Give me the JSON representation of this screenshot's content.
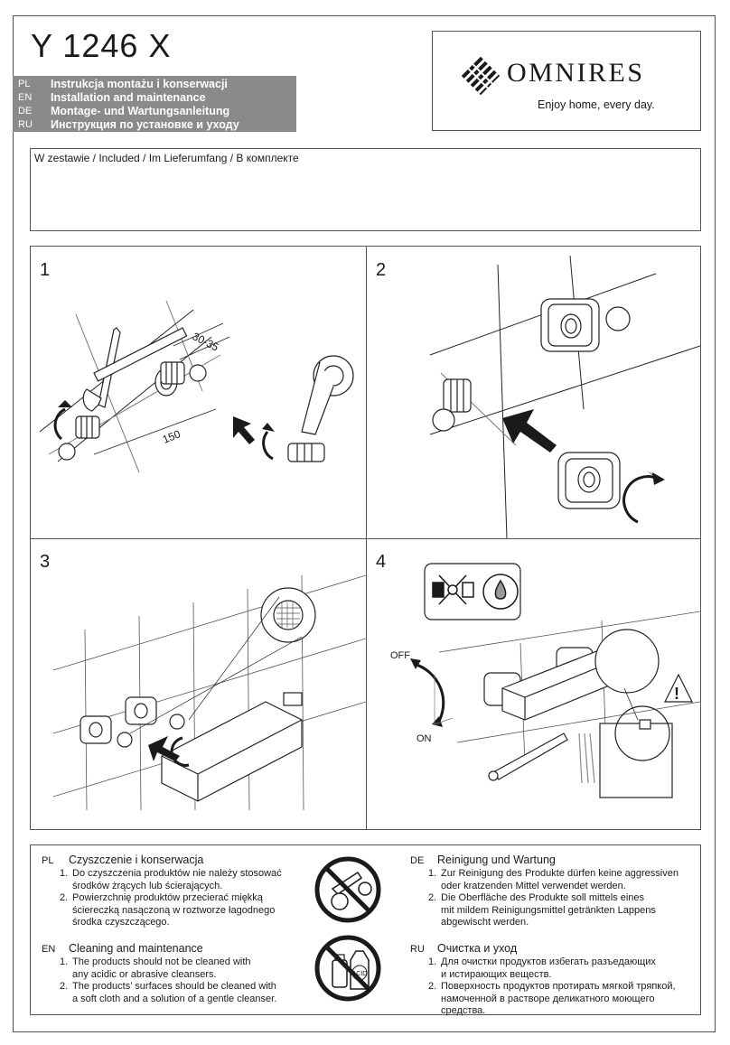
{
  "header": {
    "model": "Y 1246 X",
    "languages": [
      {
        "code": "PL",
        "text": "Instrukcja montażu i konserwacji"
      },
      {
        "code": "EN",
        "text": "Installation and maintenance"
      },
      {
        "code": "DE",
        "text": "Montage- und Wartungsanleitung"
      },
      {
        "code": "RU",
        "text": "Инструкция по установке и уходу"
      }
    ]
  },
  "brand": {
    "name": "OMNIRES",
    "tagline": "Enjoy home, every day."
  },
  "included": {
    "label": "W zestawie / Included / Im Lieferumfang / В комплекте"
  },
  "steps": {
    "s1": {
      "number": "1",
      "dim_depth": "30-35",
      "dim_spacing": "150"
    },
    "s2": {
      "number": "2"
    },
    "s3": {
      "number": "3"
    },
    "s4": {
      "number": "4",
      "off_label": "OFF",
      "on_label": "ON"
    }
  },
  "maintenance": {
    "pl": {
      "code": "PL",
      "title": "Czyszczenie i konserwacja",
      "items": [
        {
          "n": "1.",
          "text": "Do czyszczenia produktów nie należy stosować\nśrodków żrących lub ścierających."
        },
        {
          "n": "2.",
          "text": "Powierzchnię produktów przecierać miękką\nściereczką nasączoną w roztworze łagodnego\nśrodka czyszczącego."
        }
      ]
    },
    "en": {
      "code": "EN",
      "title": "Cleaning and maintenance",
      "items": [
        {
          "n": "1.",
          "text": "The products should not be cleaned with\nany acidic or abrasive cleansers."
        },
        {
          "n": "2.",
          "text": "The products’ surfaces should be cleaned with\na soft cloth and a solution of a gentle cleanser."
        }
      ]
    },
    "de": {
      "code": "DE",
      "title": "Reinigung und Wartung",
      "items": [
        {
          "n": "1.",
          "text": "Zur Reinigung des Produkte dürfen keine aggressiven\noder kratzenden Mittel verwendet werden."
        },
        {
          "n": "2.",
          "text": "Die Oberfläche des Produkte soll mittels eines\nmit mildem Reinigungsmittel getränkten Lappens\nabgewischt werden."
        }
      ]
    },
    "ru": {
      "code": "RU",
      "title": "Очистка и уход",
      "items": [
        {
          "n": "1.",
          "text": "Для очистки продуктов избегать разъедающих\nи истирающих веществ."
        },
        {
          "n": "2.",
          "text": "Поверхность продуктов протирать мягкой тряпкой,\nнамоченной в растворе деликатного моющего средства."
        }
      ]
    },
    "acid_label": "ACID"
  },
  "colors": {
    "header_bar": "#8a8a8a",
    "line": "#1a1a1a"
  }
}
